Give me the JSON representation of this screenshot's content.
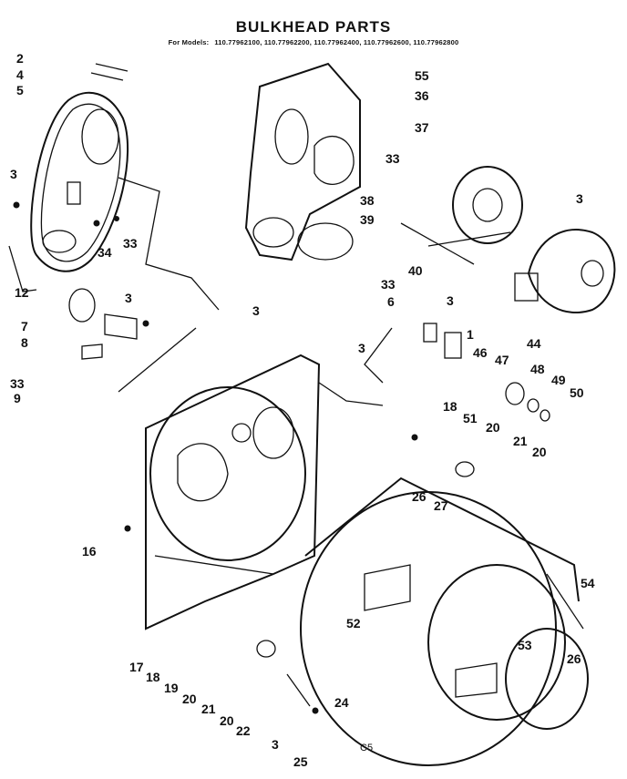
{
  "title": "BULKHEAD PARTS",
  "models": {
    "label": "For Models:",
    "list": "110.77962100, 110.77962200, 110.77962400, 110.77962600, 110.77962800"
  },
  "footer_mark": "C5",
  "callouts": [
    "2",
    "4",
    "5",
    "3",
    "34",
    "33",
    "12",
    "7",
    "8",
    "3",
    "33",
    "9",
    "55",
    "36",
    "37",
    "33",
    "3",
    "38",
    "39",
    "40",
    "33",
    "3",
    "6",
    "3",
    "1",
    "46",
    "47",
    "48",
    "49",
    "50",
    "44",
    "3",
    "18",
    "51",
    "20",
    "21",
    "20",
    "16",
    "26",
    "27",
    "52",
    "53",
    "54",
    "26",
    "17",
    "18",
    "19",
    "20",
    "21",
    "20",
    "22",
    "3",
    "24",
    "25"
  ]
}
